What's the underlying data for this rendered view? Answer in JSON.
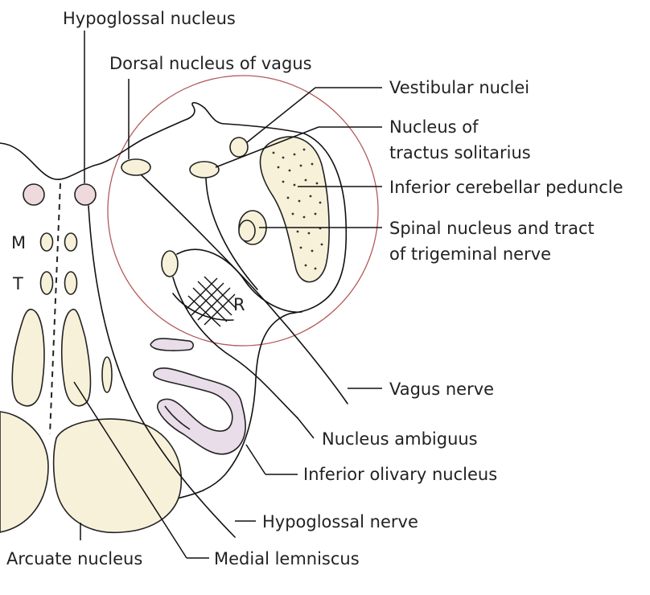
{
  "labels": {
    "hypoglossal_nucleus": "Hypoglossal nucleus",
    "dorsal_nucleus_vagus": "Dorsal nucleus of vagus",
    "vestibular_nuclei": "Vestibular nuclei",
    "nucleus_tractus_line1": "Nucleus of",
    "nucleus_tractus_line2": "tractus solitarius",
    "inferior_cerebellar": "Inferior cerebellar peduncle",
    "spinal_trigeminal_line1": "Spinal nucleus and tract",
    "spinal_trigeminal_line2": "of trigeminal nerve",
    "vagus_nerve": "Vagus nerve",
    "nucleus_ambiguus": "Nucleus ambiguus",
    "inferior_olivary": "Inferior olivary nucleus",
    "hypoglossal_nerve": "Hypoglossal nerve",
    "arcuate_nucleus": "Arcuate nucleus",
    "medial_lemniscus": "Medial lemniscus",
    "letter_m": "M",
    "letter_t": "T",
    "letter_r": "R"
  },
  "colors": {
    "cream_fill": "#f7f1d9",
    "pink_fill": "#eed9dd",
    "lavender_fill": "#e8dde8",
    "highlight_circle": "#b35a5a",
    "line": "#111111"
  }
}
